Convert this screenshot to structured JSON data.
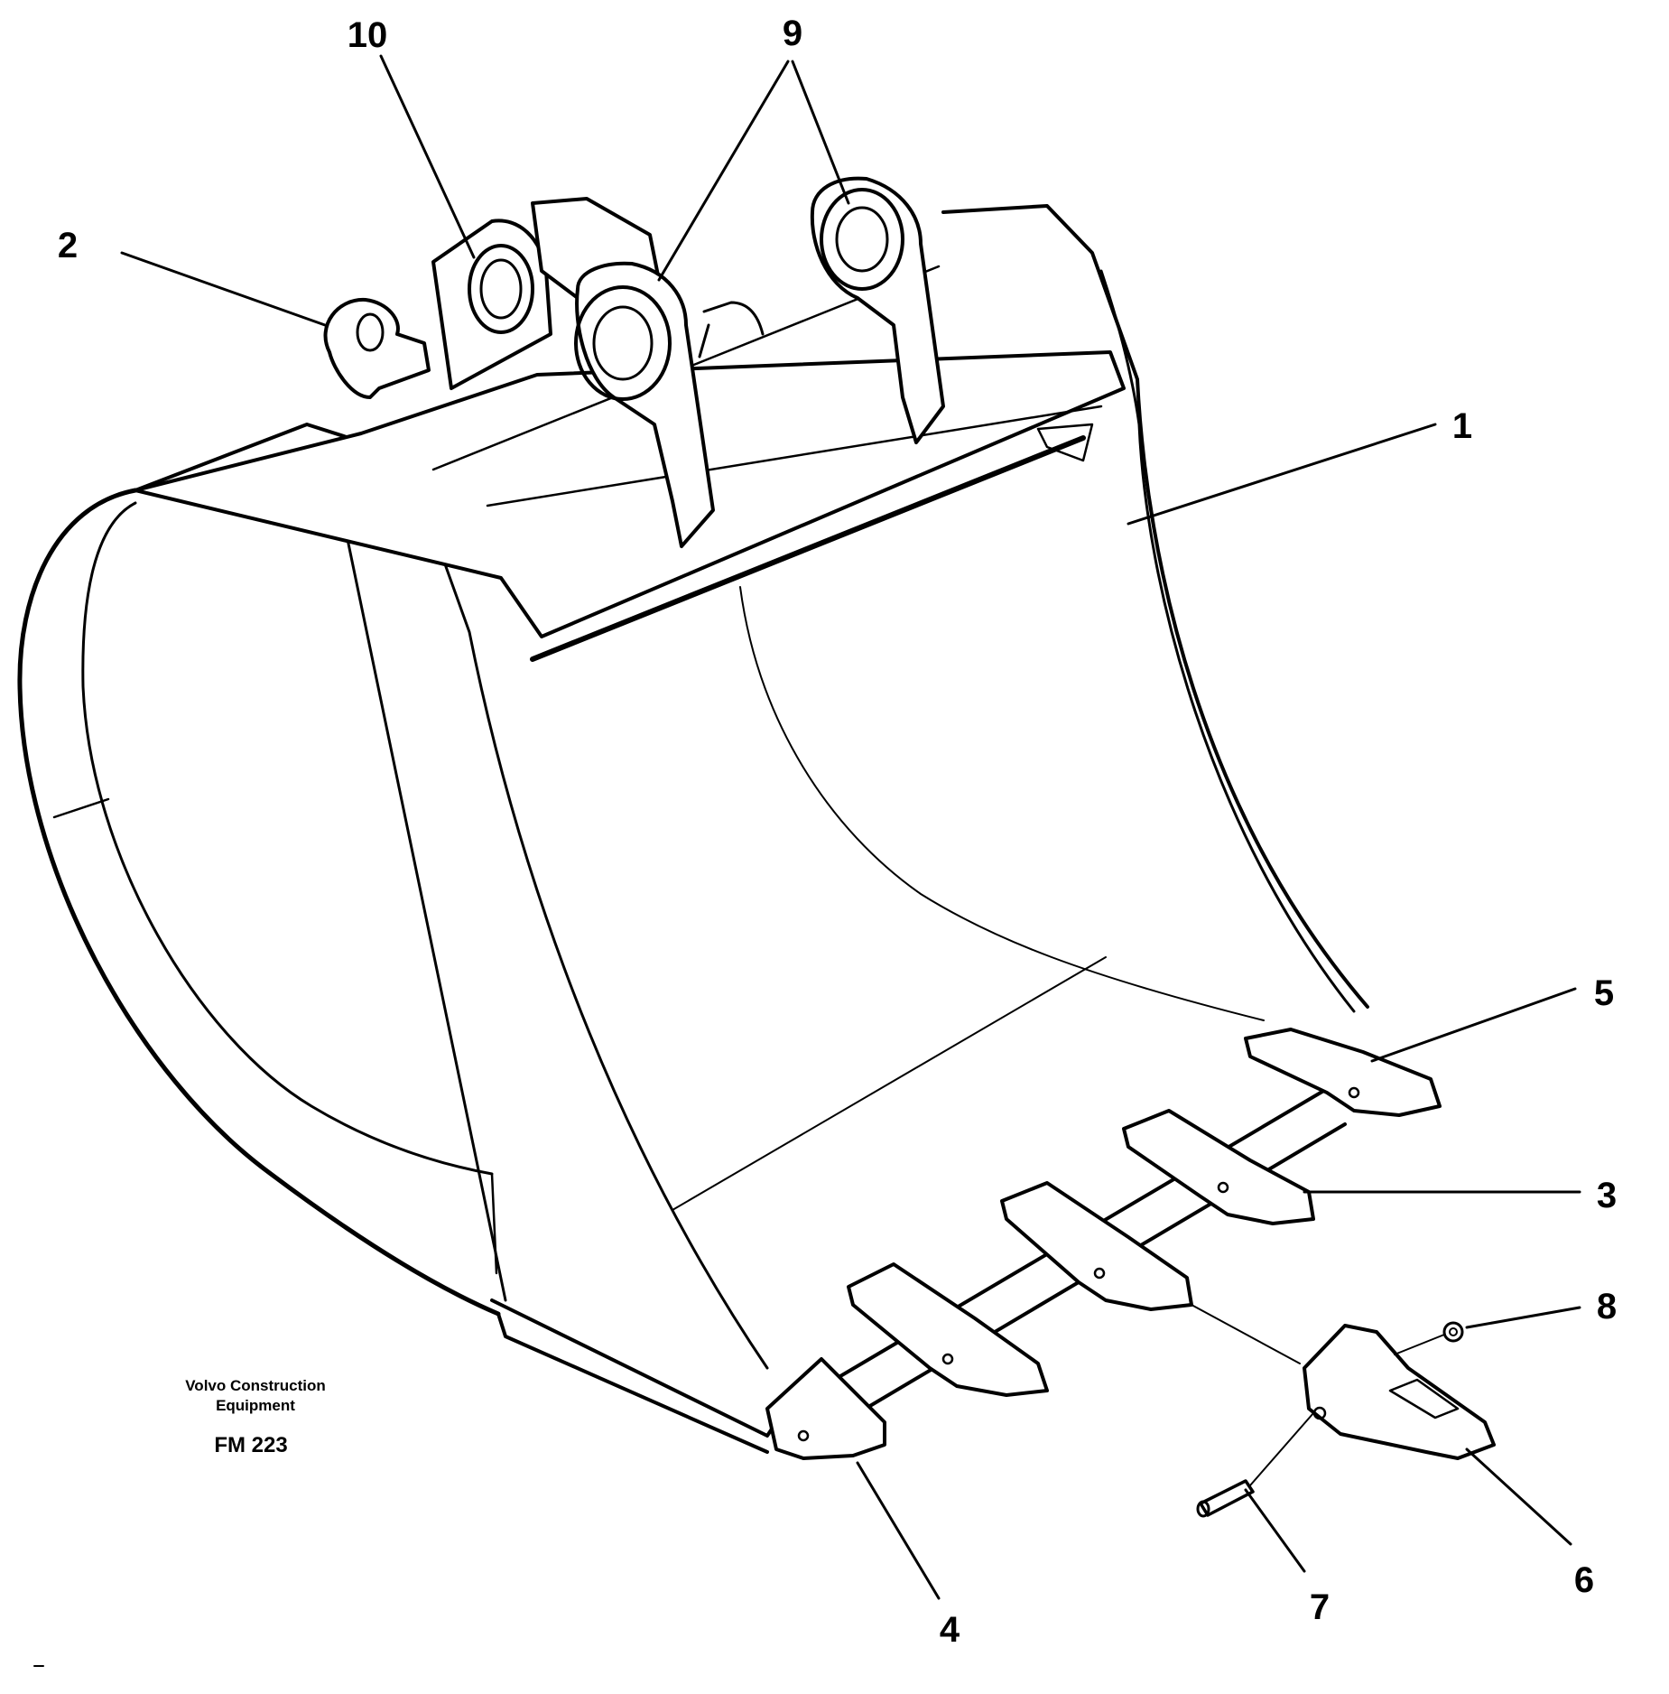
{
  "callouts": [
    {
      "id": "1",
      "label": "1"
    },
    {
      "id": "2",
      "label": "2"
    },
    {
      "id": "3",
      "label": "3"
    },
    {
      "id": "4",
      "label": "4"
    },
    {
      "id": "5",
      "label": "5"
    },
    {
      "id": "6",
      "label": "6"
    },
    {
      "id": "7",
      "label": "7"
    },
    {
      "id": "8",
      "label": "8"
    },
    {
      "id": "9",
      "label": "9"
    },
    {
      "id": "10",
      "label": "10"
    }
  ],
  "caption": {
    "line1": "Volvo Construction",
    "line2": "Equipment",
    "code": "FM 223"
  }
}
